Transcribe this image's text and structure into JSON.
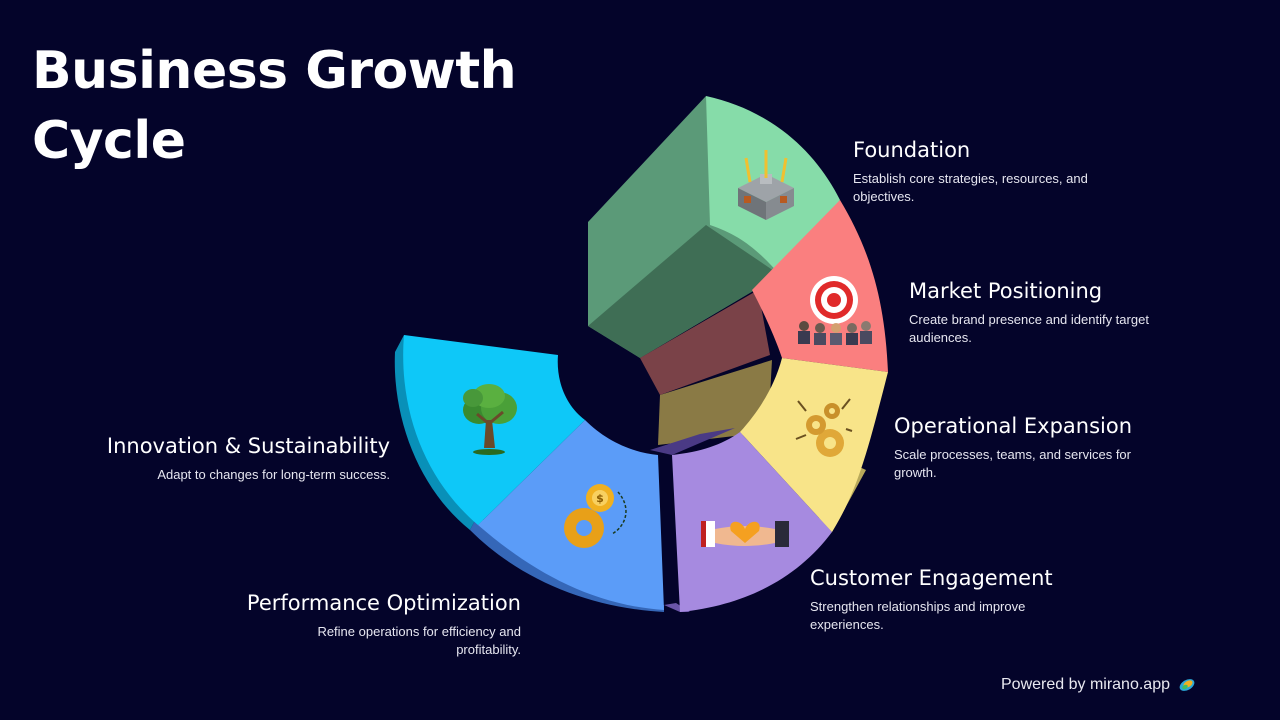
{
  "title": "Business Growth Cycle",
  "segments": [
    {
      "title": "Foundation",
      "description": "Establish core strategies, resources, and objectives.",
      "color": "#86dca9",
      "icon": "fortress-icon"
    },
    {
      "title": "Market Positioning",
      "description": "Create brand presence and identify target audiences.",
      "color": "#fa7f7f",
      "icon": "target-audience-icon"
    },
    {
      "title": "Operational Expansion",
      "description": "Scale processes, teams, and services for growth.",
      "color": "#f8e489",
      "icon": "growth-gears-icon"
    },
    {
      "title": "Customer Engagement",
      "description": "Strengthen relationships and improve experiences.",
      "color": "#a68ae0",
      "icon": "handshake-heart-icon"
    },
    {
      "title": "Performance Optimization",
      "description": "Refine operations for efficiency and profitability.",
      "color": "#5b9cf8",
      "icon": "dollar-gears-icon"
    },
    {
      "title": "Innovation & Sustainability",
      "description": "Adapt to changes for long-term success.",
      "color": "#0ec8f8",
      "icon": "tree-icon"
    }
  ],
  "footer": {
    "text": "Powered by mirano.app",
    "icon": "mirano-logo-icon"
  }
}
